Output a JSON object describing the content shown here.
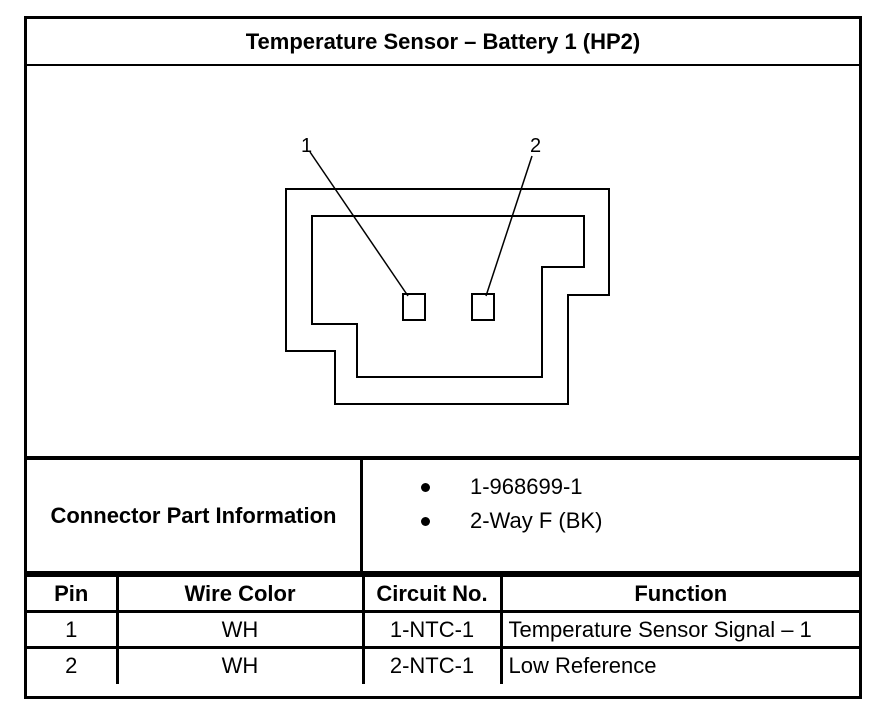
{
  "title": "Temperature Sensor – Battery 1 (HP2)",
  "diagram": {
    "pin_callouts": [
      "1",
      "2"
    ]
  },
  "connector_info": {
    "label": "Connector Part Information",
    "items": [
      "1-968699-1",
      "2-Way F (BK)"
    ]
  },
  "pin_table": {
    "headers": [
      "Pin",
      "Wire Color",
      "Circuit No.",
      "Function"
    ],
    "rows": [
      [
        "1",
        "WH",
        "1-NTC-1",
        "Temperature Sensor Signal – 1"
      ],
      [
        "2",
        "WH",
        "2-NTC-1",
        "Low Reference"
      ]
    ]
  }
}
